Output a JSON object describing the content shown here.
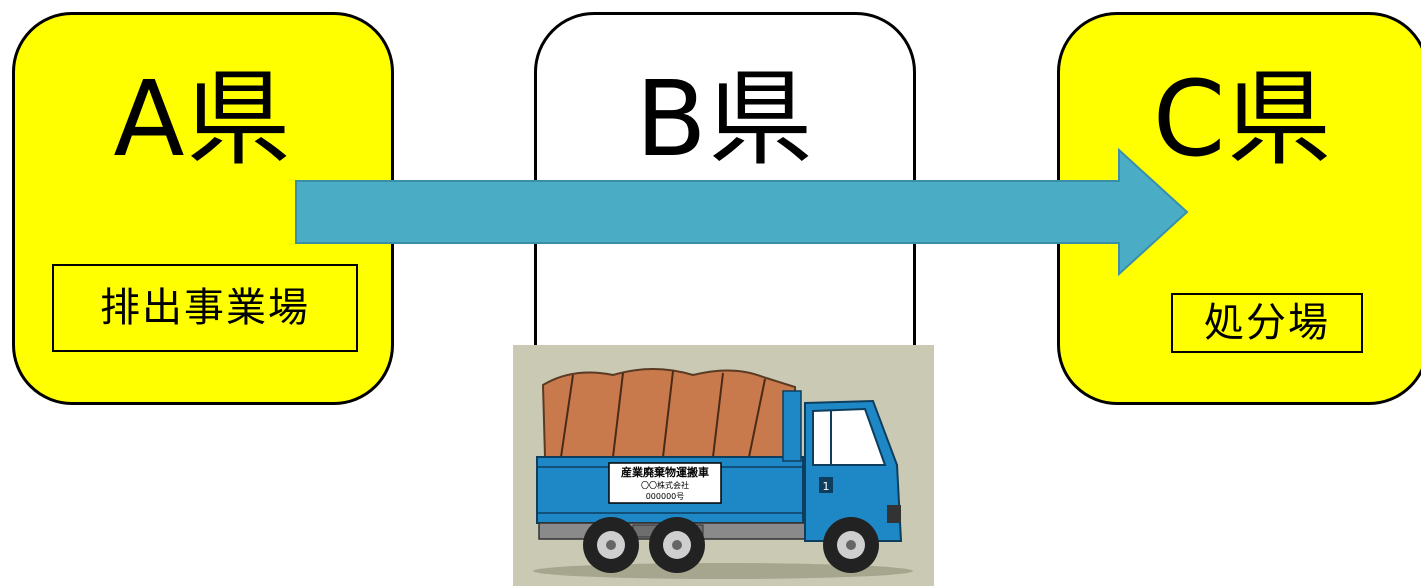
{
  "prefectures": {
    "a": {
      "label": "A県",
      "facility": "排出事業場"
    },
    "b": {
      "label": "B県"
    },
    "c": {
      "label": "C県",
      "facility": "処分場"
    }
  },
  "truck": {
    "sign_line1": "産業廃棄物運搬車",
    "sign_line2": "〇〇株式会社",
    "sign_line3": "000000号",
    "cab_number": "1"
  },
  "colors": {
    "highlight": "#ffff00",
    "arrow": "#4bacc6",
    "truck_body": "#1e88c6",
    "cargo_cover": "#c97a4c",
    "photo_bg": "#c9c9b4"
  }
}
